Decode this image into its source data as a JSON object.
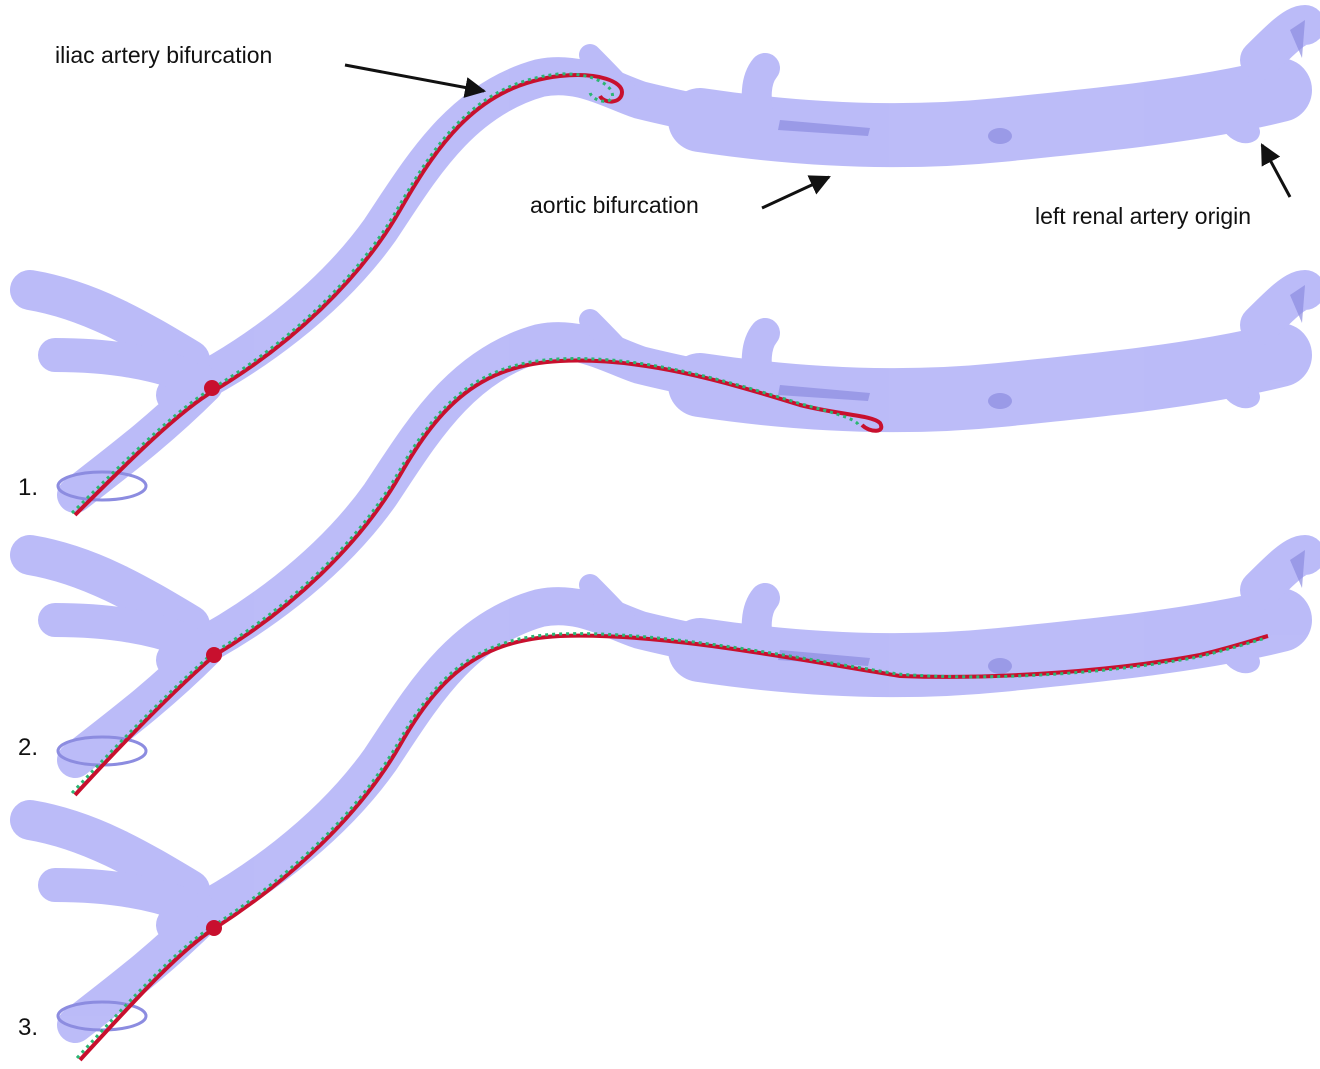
{
  "figure": {
    "annotations": {
      "iliac_bifurcation": "iliac artery bifurcation",
      "aortic_bifurcation": "aortic bifurcation",
      "left_renal_origin": "left renal artery origin"
    },
    "panels": [
      {
        "label": "1."
      },
      {
        "label": "2."
      },
      {
        "label": "3."
      }
    ]
  },
  "colors": {
    "vessel": "#b8b8f8",
    "vessel_shade": "#8c8ce0",
    "catheter": "#c8102e",
    "catheter_model": "#2bb673",
    "arrow": "#111111"
  }
}
